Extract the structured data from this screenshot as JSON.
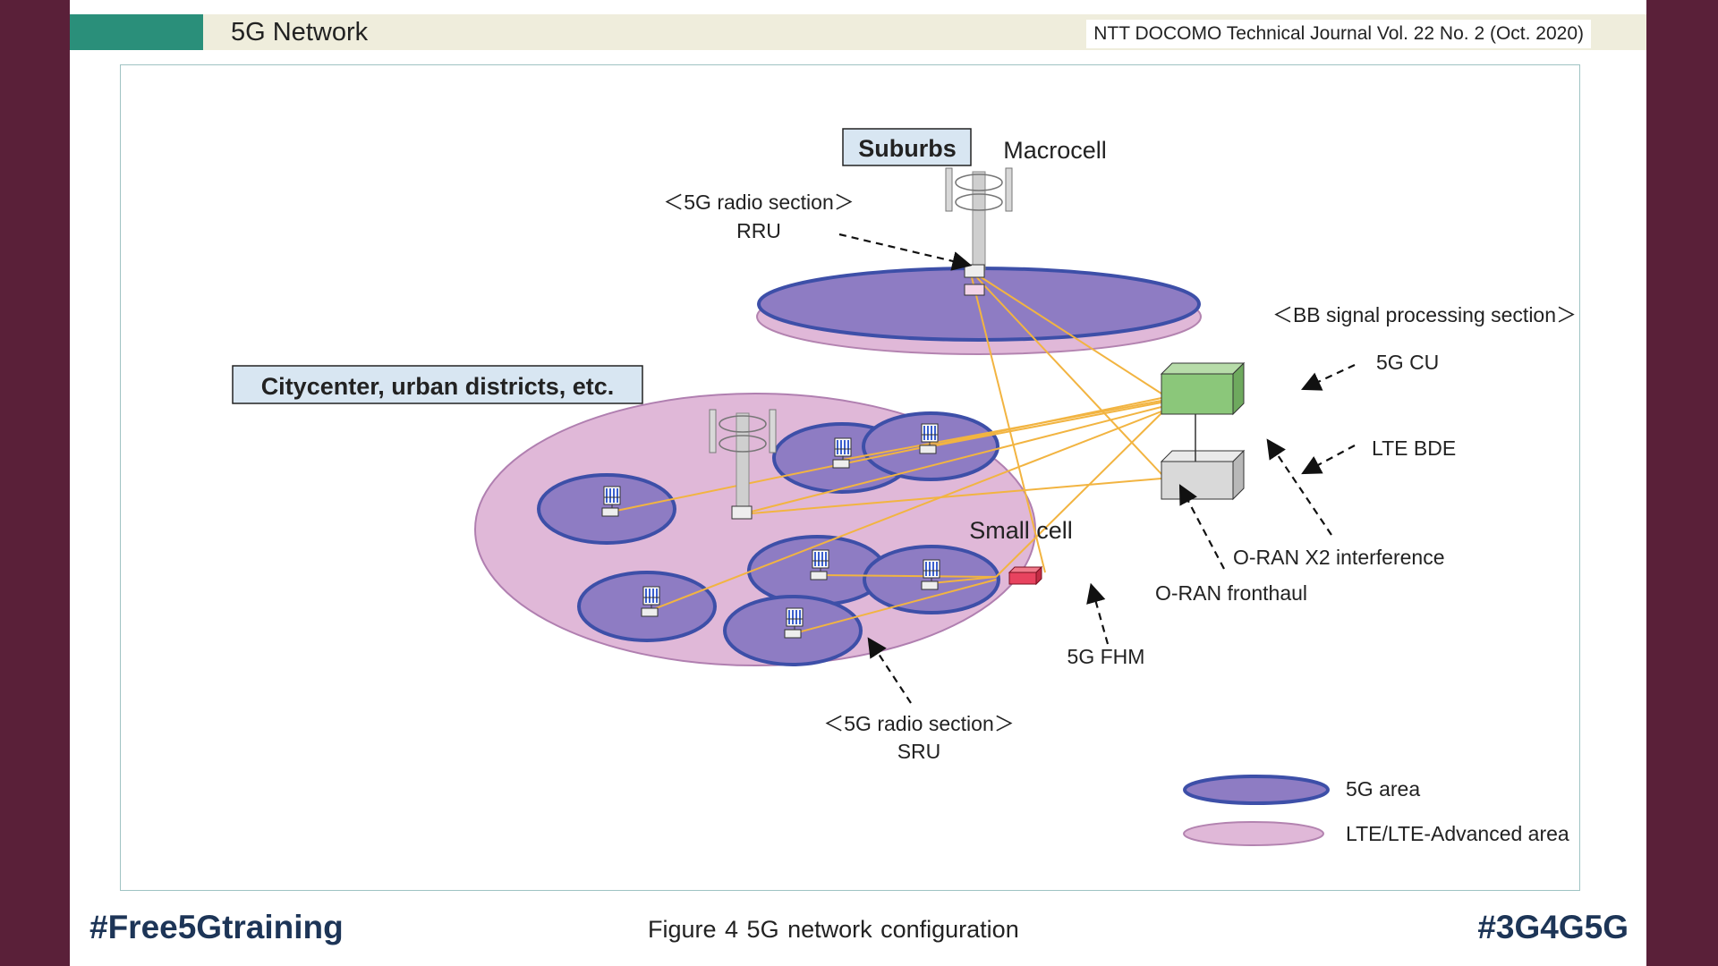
{
  "header": {
    "section_title": "5G Network",
    "journal": "NTT DOCOMO Technical Journal Vol. 22 No. 2 (Oct. 2020)"
  },
  "diagram": {
    "labels": {
      "suburbs": "Suburbs",
      "macrocell": "Macrocell",
      "radio_section_rru_1": "＜5G radio section＞",
      "radio_section_rru_2": "RRU",
      "bb_signal": "＜BB signal processing section＞",
      "citycenter": "Citycenter, urban districts, etc.",
      "cu": "5G CU",
      "bde": "LTE BDE",
      "small_cell": "Small cell",
      "x2": "O-RAN X2 interference",
      "fronthaul": "O-RAN fronthaul",
      "fhm": "5G FHM",
      "radio_section_sru_1": "＜5G radio section＞",
      "radio_section_sru_2": "SRU"
    },
    "legend": [
      {
        "label": "5G area",
        "color": "#8e7cc3"
      },
      {
        "label": "LTE/LTE-Advanced area",
        "color": "#e0b8d8"
      }
    ],
    "colors": {
      "line": "#f2b441",
      "cu": "#8bc77a",
      "fhm": "#e8435f",
      "bde": "#d9d9d9"
    }
  },
  "footer": {
    "tag_left": "#Free5Gtraining",
    "caption": "Figure 4   5G network configuration",
    "tag_right": "#3G4G5G"
  }
}
